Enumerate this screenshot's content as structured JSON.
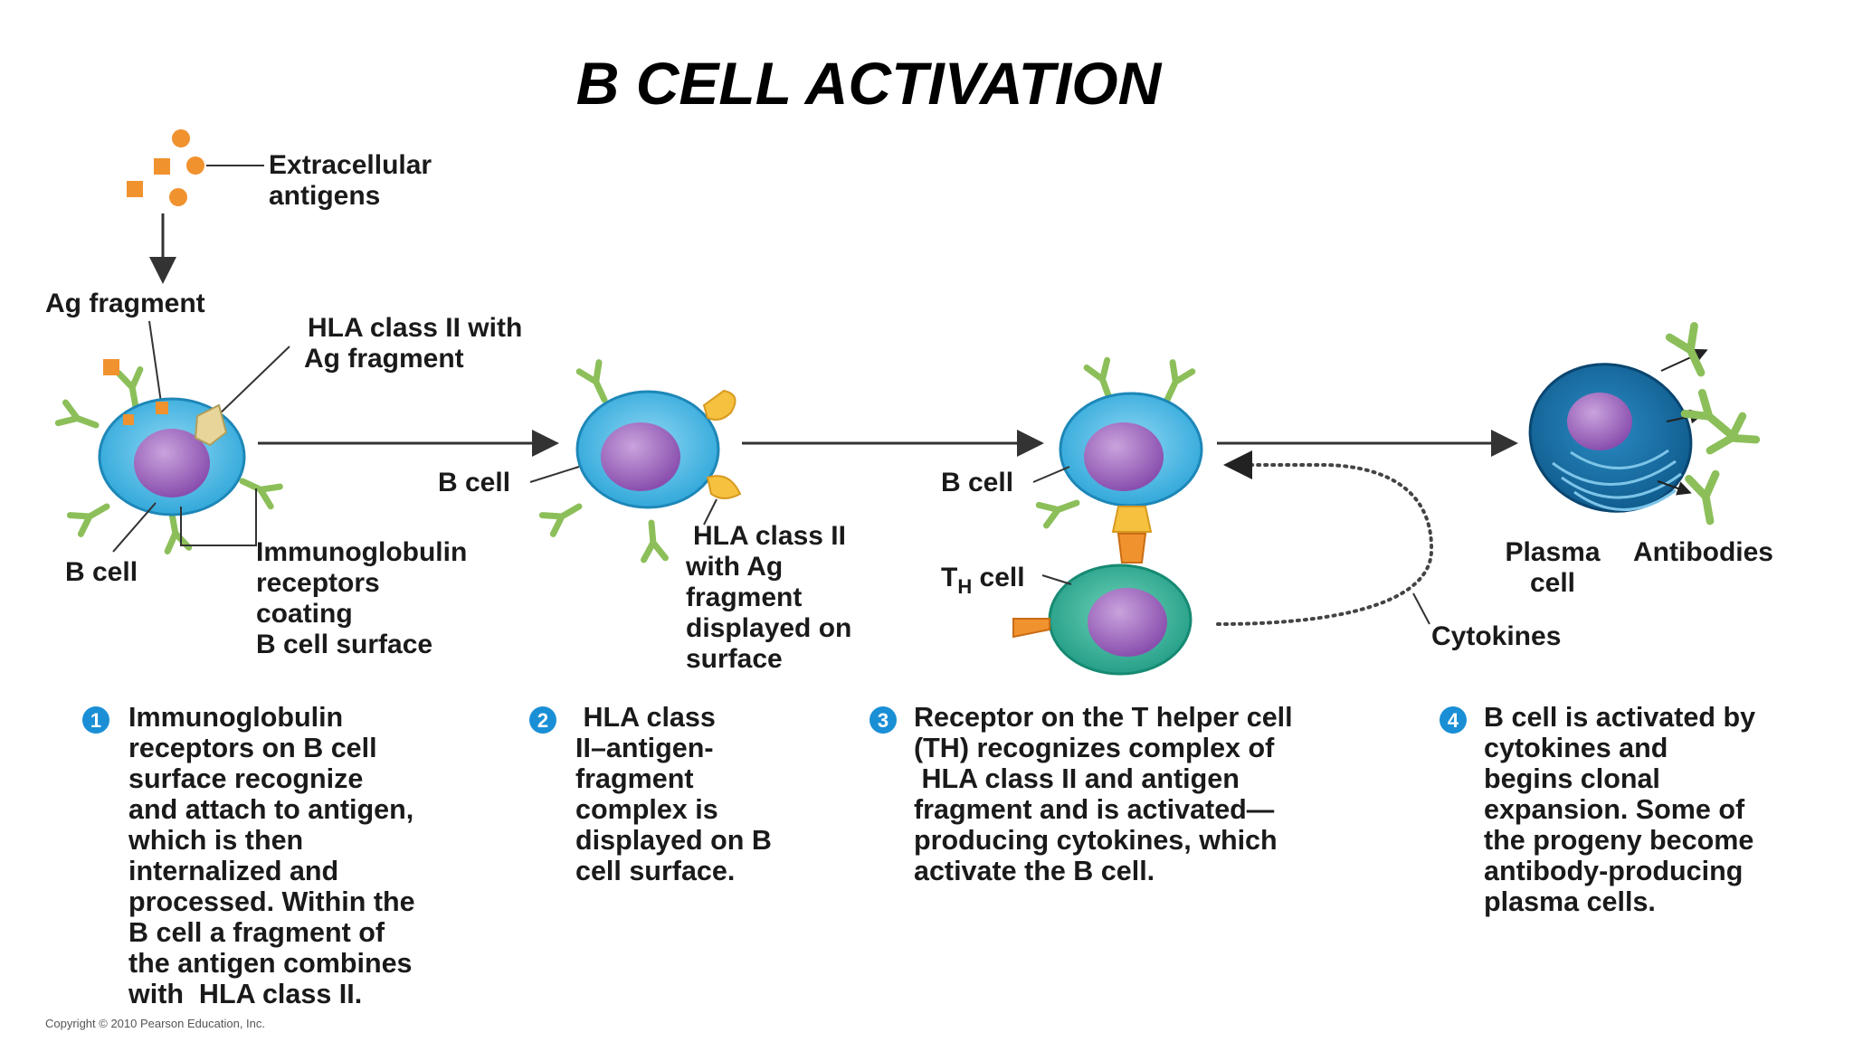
{
  "title": "B CELL ACTIVATION",
  "labels": {
    "extracellular_antigens": [
      "Extracellular",
      "antigens"
    ],
    "ag_fragment": "Ag fragment",
    "hla_with_ag_fragment": [
      "HLA class II with",
      "Ag fragment"
    ],
    "b_cell_1": "B cell",
    "immunoglobulin_receptors": [
      "Immunoglobulin",
      "receptors",
      "coating",
      "B cell surface"
    ],
    "b_cell_2": "B cell",
    "hla_displayed": [
      "HLA class II",
      "with Ag",
      "fragment",
      "displayed on",
      "surface"
    ],
    "b_cell_3": "B cell",
    "th_cell": "T",
    "th_cell_sub": "H",
    "th_cell_suffix": " cell",
    "plasma_cell": [
      "Plasma",
      "cell"
    ],
    "antibodies": "Antibodies",
    "cytokines": "Cytokines"
  },
  "steps": [
    {
      "number": "1",
      "lines": [
        "Immunoglobulin",
        "receptors on B cell",
        "surface recognize",
        "and attach to antigen,",
        "which is then",
        "internalized and",
        "processed. Within the",
        "B cell a fragment of",
        "the antigen combines",
        "with  HLA class II."
      ]
    },
    {
      "number": "2",
      "lines": [
        " HLA class",
        "II–antigen-",
        "fragment",
        "complex is",
        "displayed on B",
        "cell surface."
      ]
    },
    {
      "number": "3",
      "lines": [
        "Receptor on the T helper cell",
        "(TH) recognizes complex of",
        " HLA class II and antigen",
        "fragment and is activated—",
        "producing cytokines, which",
        "activate the B cell."
      ]
    },
    {
      "number": "4",
      "lines": [
        "B cell is activated by",
        "cytokines and",
        "begins clonal",
        "expansion. Some of",
        "the progeny become",
        "antibody-producing",
        "plasma cells."
      ]
    }
  ],
  "copyright": "Copyright © 2010 Pearson Education, Inc.",
  "colors": {
    "b_cell_body": "#3fb8e6",
    "nucleus": "#9a5fb8",
    "receptor": "#8cbf5a",
    "antigen": "#f0922e",
    "hla_complex": "#f5c13e",
    "th_cell_body": "#2fb39a",
    "plasma_body": "#1b78b0",
    "badge": "#1a8fd6",
    "arrow": "#333333"
  }
}
